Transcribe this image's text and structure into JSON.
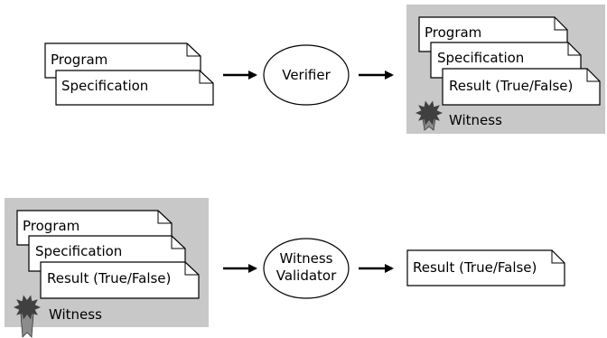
{
  "colors": {
    "witness_panel": "#c8c8c8",
    "document_fill": "#ffffff",
    "stroke": "#000000",
    "seal": "#404040",
    "ribbon": "#8c8c8c"
  },
  "icons": {
    "document": "document-icon",
    "seal": "seal-icon",
    "arrow": "arrow-right-icon"
  },
  "verification": {
    "inputs": {
      "program": "Program",
      "specification": "Specification"
    },
    "tool": "Verifier",
    "output": {
      "program": "Program",
      "specification": "Specification",
      "result": "Result (True/False)",
      "witness": "Witness"
    }
  },
  "validation": {
    "inputs": {
      "program": "Program",
      "specification": "Specification",
      "result": "Result (True/False)",
      "witness": "Witness"
    },
    "tool_line1": "Witness",
    "tool_line2": "Validator",
    "output": {
      "result": "Result (True/False)"
    }
  }
}
